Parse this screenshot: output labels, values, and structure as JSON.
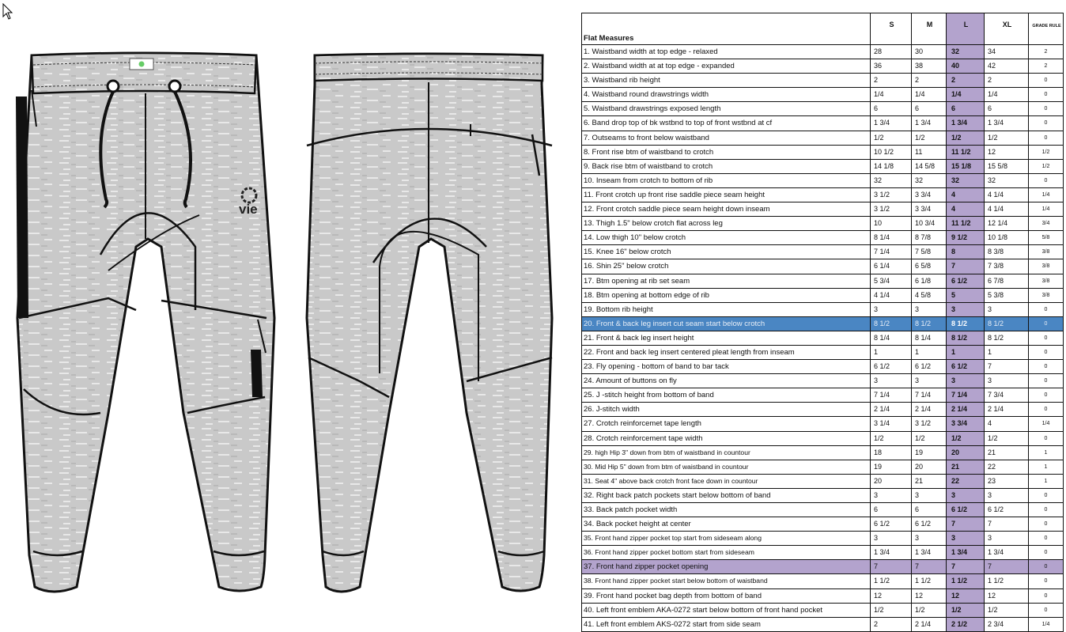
{
  "brand": {
    "logo_text": "vie"
  },
  "table": {
    "headers": {
      "name": "Flat Measures",
      "s": "S",
      "m": "M",
      "l": "L",
      "xl": "XL",
      "grade": "GRADE RULE"
    },
    "rows": [
      {
        "name": "1. Waistband width at top edge - relaxed",
        "s": "28",
        "m": "30",
        "l": "32",
        "xl": "34",
        "g": "2"
      },
      {
        "name": "2. Waistband width at at top edge - expanded",
        "s": "36",
        "m": "38",
        "l": "40",
        "xl": "42",
        "g": "2"
      },
      {
        "name": "3. Waistband rib height",
        "s": "2",
        "m": "2",
        "l": "2",
        "xl": "2",
        "g": "0"
      },
      {
        "name": "4. Waistband round drawstrings width",
        "s": "1/4",
        "m": "1/4",
        "l": "1/4",
        "xl": "1/4",
        "g": "0"
      },
      {
        "name": "5. Waistband drawstrings exposed length",
        "s": "6",
        "m": "6",
        "l": "6",
        "xl": "6",
        "g": "0"
      },
      {
        "name": "6. Band drop top of bk wstbnd to top of front wstbnd at cf",
        "s": "1 3/4",
        "m": "1 3/4",
        "l": "1 3/4",
        "xl": "1 3/4",
        "g": "0"
      },
      {
        "name": "7. Outseams to front  below waistband",
        "s": "1/2",
        "m": "1/2",
        "l": "1/2",
        "xl": "1/2",
        "g": "0"
      },
      {
        "name": "8. Front rise btm of waistband to crotch",
        "s": "10 1/2",
        "m": "11",
        "l": "11 1/2",
        "xl": "12",
        "g": "1/2"
      },
      {
        "name": "9. Back rise btm of waistband to crotch",
        "s": "14 1/8",
        "m": "14 5/8",
        "l": "15 1/8",
        "xl": "15 5/8",
        "g": "1/2"
      },
      {
        "name": "10. Inseam from crotch to bottom of rib",
        "s": "32",
        "m": "32",
        "l": "32",
        "xl": "32",
        "g": "0"
      },
      {
        "name": "11. Front crotch up front rise saddle piece seam height",
        "s": "3 1/2",
        "m": "3 3/4",
        "l": "4",
        "xl": "4 1/4",
        "g": "1/4"
      },
      {
        "name": "12. Front crotch saddle piece seam height down inseam",
        "s": "3 1/2",
        "m": "3 3/4",
        "l": "4",
        "xl": "4 1/4",
        "g": "1/4"
      },
      {
        "name": "13. Thigh 1.5\" below crotch flat across leg",
        "s": "10",
        "m": "10 3/4",
        "l": "11 1/2",
        "xl": "12 1/4",
        "g": "3/4"
      },
      {
        "name": "14. Low thigh 10\" below crotch",
        "s": "8 1/4",
        "m": "8 7/8",
        "l": "9 1/2",
        "xl": "10 1/8",
        "g": "5/8"
      },
      {
        "name": "15. Knee 16\" below crotch",
        "s": "7 1/4",
        "m": "7 5/8",
        "l": "8",
        "xl": "8 3/8",
        "g": "3/8"
      },
      {
        "name": "16. Shin 25\" below crotch",
        "s": "6 1/4",
        "m": "6 5/8",
        "l": "7",
        "xl": "7 3/8",
        "g": "3/8"
      },
      {
        "name": "17. Btm opening at rib set seam",
        "s": "5 3/4",
        "m": "6 1/8",
        "l": "6 1/2",
        "xl": "6 7/8",
        "g": "3/8"
      },
      {
        "name": "18. Btm opening at bottom edge of rib",
        "s": "4 1/4",
        "m": "4 5/8",
        "l": "5",
        "xl": "5 3/8",
        "g": "3/8"
      },
      {
        "name": "19. Bottom rib height",
        "s": "3",
        "m": "3",
        "l": "3",
        "xl": "3",
        "g": "0"
      },
      {
        "name": "20. Front & back leg insert cut seam start below crotch",
        "s": "8 1/2",
        "m": "8 1/2",
        "l": "8 1/2",
        "xl": "8 1/2",
        "g": "0",
        "hl": "blue"
      },
      {
        "name": "21. Front & back leg insert height",
        "s": "8 1/4",
        "m": "8 1/4",
        "l": "8 1/2",
        "xl": "8 1/2",
        "g": "0"
      },
      {
        "name": "22. Front and back leg insert centered pleat length from inseam",
        "s": "1",
        "m": "1",
        "l": "1",
        "xl": "1",
        "g": "0"
      },
      {
        "name": "23. Fly opening - bottom of band to bar tack",
        "s": "6 1/2",
        "m": "6 1/2",
        "l": "6 1/2",
        "xl": "7",
        "g": "0"
      },
      {
        "name": "24. Amount of buttons on fly",
        "s": "3",
        "m": "3",
        "l": "3",
        "xl": "3",
        "g": "0"
      },
      {
        "name": "25. J -stitch height from bottom of band",
        "s": "7 1/4",
        "m": "7 1/4",
        "l": "7 1/4",
        "xl": "7 3/4",
        "g": "0"
      },
      {
        "name": "26. J-stitch width",
        "s": "2 1/4",
        "m": "2 1/4",
        "l": "2 1/4",
        "xl": "2 1/4",
        "g": "0"
      },
      {
        "name": "27. Crotch reinforcemet tape length",
        "s": "3 1/4",
        "m": "3 1/2",
        "l": "3 3/4",
        "xl": "4",
        "g": "1/4"
      },
      {
        "name": "28. Crotch reinforcement  tape width",
        "s": "1/2",
        "m": "1/2",
        "l": "1/2",
        "xl": "1/2",
        "g": "0"
      },
      {
        "name": "29. high Hip 3\" down from btm of waistband in countour",
        "s": "18",
        "m": "19",
        "l": "20",
        "xl": "21",
        "g": "1",
        "sm": true
      },
      {
        "name": "30. Mid Hip 5\" down from btm of waistband in countour",
        "s": "19",
        "m": "20",
        "l": "21",
        "xl": "22",
        "g": "1",
        "sm": true
      },
      {
        "name": "31.  Seat 4\" above back crotch front face down in countour",
        "s": "20",
        "m": "21",
        "l": "22",
        "xl": "23",
        "g": "1",
        "sm": true
      },
      {
        "name": "32. Right back patch pockets start below bottom of band",
        "s": "3",
        "m": "3",
        "l": "3",
        "xl": "3",
        "g": "0"
      },
      {
        "name": "33. Back patch pocket width",
        "s": "6",
        "m": "6",
        "l": "6 1/2",
        "xl": "6 1/2",
        "g": "0"
      },
      {
        "name": "34. Back pocket height at center",
        "s": "6 1/2",
        "m": "6 1/2",
        "l": "7",
        "xl": "7",
        "g": "0"
      },
      {
        "name": "35. Front hand zipper pocket top start from sideseam along",
        "s": "3",
        "m": "3",
        "l": "3",
        "xl": "3",
        "g": "0",
        "sm": true
      },
      {
        "name": "36. Front hand zipper pocket bottom start from sideseam",
        "s": "1 3/4",
        "m": "1 3/4",
        "l": "1 3/4",
        "xl": "1 3/4",
        "g": "0",
        "sm": true
      },
      {
        "name": "37. Front hand zipper pocket opening",
        "s": "7",
        "m": "7",
        "l": "7",
        "xl": "7",
        "g": "0",
        "hl": "purple"
      },
      {
        "name": "38. Front hand zipper pocket start below bottom of waistband",
        "s": "1 1/2",
        "m": "1 1/2",
        "l": "1 1/2",
        "xl": "1 1/2",
        "g": "0",
        "sm": true
      },
      {
        "name": "39. Front hand pocket bag depth from bottom of band",
        "s": "12",
        "m": "12",
        "l": "12",
        "xl": "12",
        "g": "0"
      },
      {
        "name": "40. Left front emblem AKA-0272 start below bottom of front hand pocket",
        "s": "1/2",
        "m": "1/2",
        "l": "1/2",
        "xl": "1/2",
        "g": "0"
      },
      {
        "name": "41. Left front emblem AKS-0272 start from side seam",
        "s": "2",
        "m": "2 1/4",
        "l": "2 1/2",
        "xl": "2 3/4",
        "g": "1/4"
      }
    ]
  },
  "colors": {
    "fabric": "#c8c8c8",
    "outline": "#111111",
    "l_column": "#b3a3cd",
    "highlight_blue": "#4a86c3"
  }
}
